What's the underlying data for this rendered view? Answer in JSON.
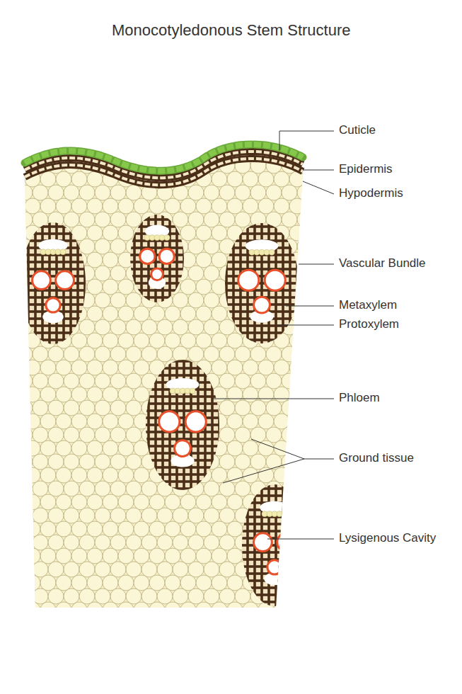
{
  "diagram": {
    "title": "Monocotyledonous Stem Structure",
    "labels": [
      "Cuticle",
      "Epidermis",
      "Hypodermis",
      "Vascular Bundle",
      "Metaxylem",
      "Protoxylem",
      "Phloem",
      "Ground tissue",
      "Lysigenous Cavity"
    ]
  }
}
